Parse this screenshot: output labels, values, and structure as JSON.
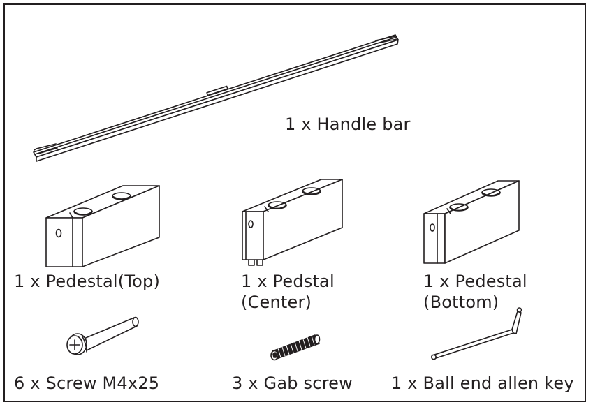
{
  "parts": {
    "handle_bar": {
      "label": "1 x Handle bar",
      "icon": "handle-bar-icon"
    },
    "pedestal_top": {
      "label": "1 x Pedestal(Top)",
      "icon": "pedestal-top-icon"
    },
    "pedestal_center": {
      "label_line1": "1 x Pedstal",
      "label_line2": "(Center)",
      "icon": "pedestal-center-icon"
    },
    "pedestal_bottom": {
      "label_line1": "1 x Pedestal",
      "label_line2": "(Bottom)",
      "icon": "pedestal-bottom-icon"
    },
    "screw": {
      "label": "6 x Screw M4x25",
      "icon": "screw-icon"
    },
    "gab_screw": {
      "label": "3 x Gab screw",
      "icon": "set-screw-icon"
    },
    "allen_key": {
      "label": "1 x Ball end allen key",
      "icon": "allen-key-icon"
    }
  },
  "colors": {
    "line": "#231f20",
    "background": "#ffffff"
  }
}
